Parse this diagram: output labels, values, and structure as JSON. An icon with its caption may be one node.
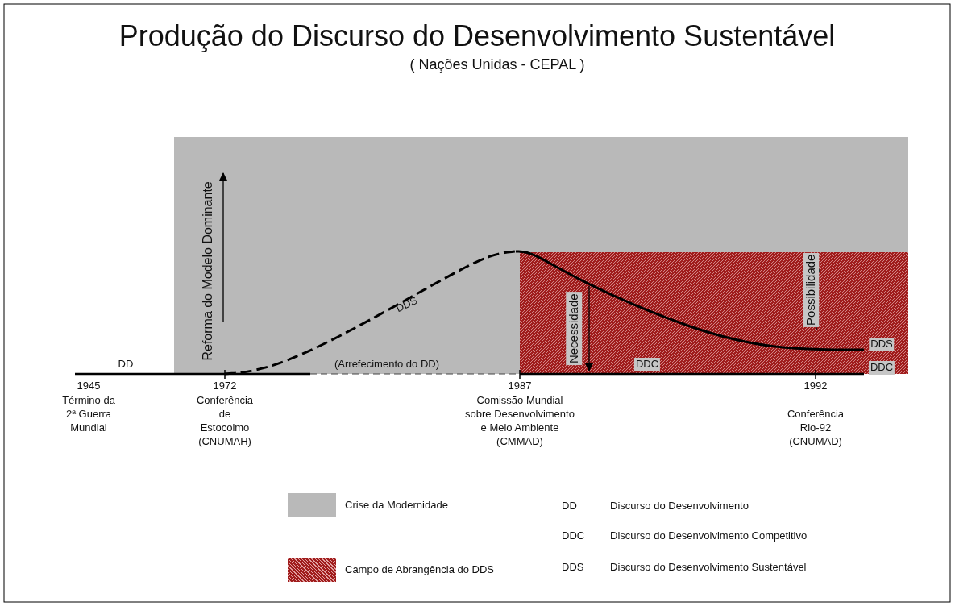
{
  "diagram": {
    "title": "Produção do Discurso do Desenvolvimento Sustentável",
    "labels": [
      "( Nações Unidas - CEPAL )",
      "Reforma do Modelo Dominante",
      "DDS",
      "Necessidade",
      "Possibilidade",
      "DDS",
      "DD",
      "(Arrefecimento do DD)",
      "DDC",
      "DDC",
      "1945",
      "Término da 2ª Guerra Mundial",
      "1972",
      "Conferência de Estocolmo (CNUMAH)",
      "1987",
      "Comissão Mundial sobre Desenvolvimento e Meio Ambiente (CMMAD)",
      "1992",
      "Conferência Rio-92 (CNUMAD)",
      "DD",
      "Discurso do Desenvolvimento",
      "DDC",
      "Discurso do Desenvolvimento Competitivo",
      "DDS",
      "Discurso do Desenvolvimento Sustentável"
    ],
    "legend": [
      {
        "text": "Crise da Modernidade",
        "color": "#b9b9b9"
      },
      {
        "text": "Campo de Abrangência do DDS",
        "color": "#a01c1c"
      }
    ]
  }
}
